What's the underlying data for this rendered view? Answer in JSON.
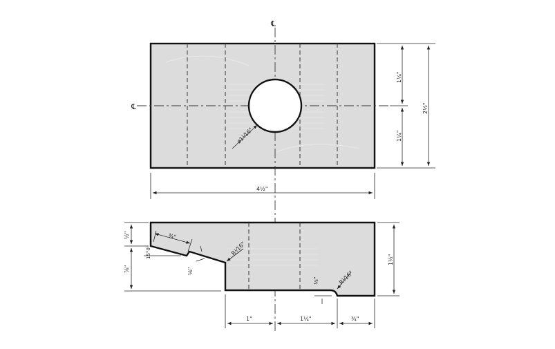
{
  "drawing": {
    "centerline_symbol": "℄",
    "top_view": {
      "dim_height_upper": "1¼\"",
      "dim_height_lower": "1¼\"",
      "dim_height_total": "2½\"",
      "dim_width_total": "4½\"",
      "dim_hole_diameter": "ø1⅟16\""
    },
    "front_view": {
      "dim_rebate_height": "½\"",
      "dim_step_height": "⅞\"",
      "dim_angle": "15°0'",
      "dim_slope_length": "¾\"",
      "dim_notch_depth": "⅛\"",
      "dim_radius_left": "R⅟16\"",
      "dim_groove_depth": "⅛\"",
      "dim_radius_right": "R⅟16\"",
      "dim_total_height": "1½\"",
      "dim_bottom_1": "1\"",
      "dim_bottom_2": "1¼\"",
      "dim_bottom_3": "¾\""
    }
  },
  "colors": {
    "part_fill": "#dcdcdc",
    "line": "#111111"
  }
}
